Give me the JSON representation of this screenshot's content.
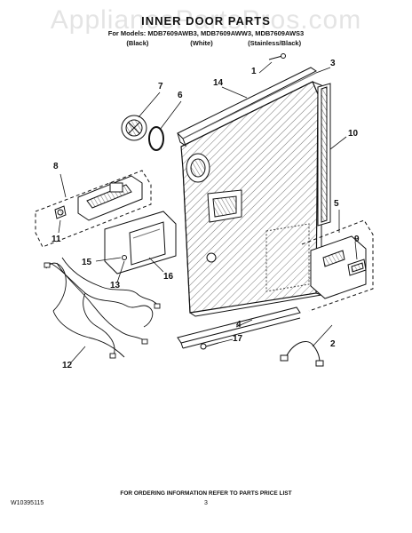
{
  "header": {
    "title": "INNER DOOR PARTS",
    "models_line": "For Models: MDB7609AWB3, MDB7609AWW3, MDB7609AWS3",
    "variants": [
      "(Black)",
      "(White)",
      "(Stainless/Black)"
    ]
  },
  "watermark": "AppliancePartsPros.com",
  "callouts": [
    "1",
    "2",
    "3",
    "4",
    "5",
    "6",
    "7",
    "8",
    "9",
    "10",
    "11",
    "12",
    "13",
    "14",
    "15",
    "16",
    "17"
  ],
  "footer": {
    "note": "FOR ORDERING INFORMATION REFER TO PARTS PRICE LIST",
    "doc_number": "W10395115",
    "page_number": "3"
  }
}
